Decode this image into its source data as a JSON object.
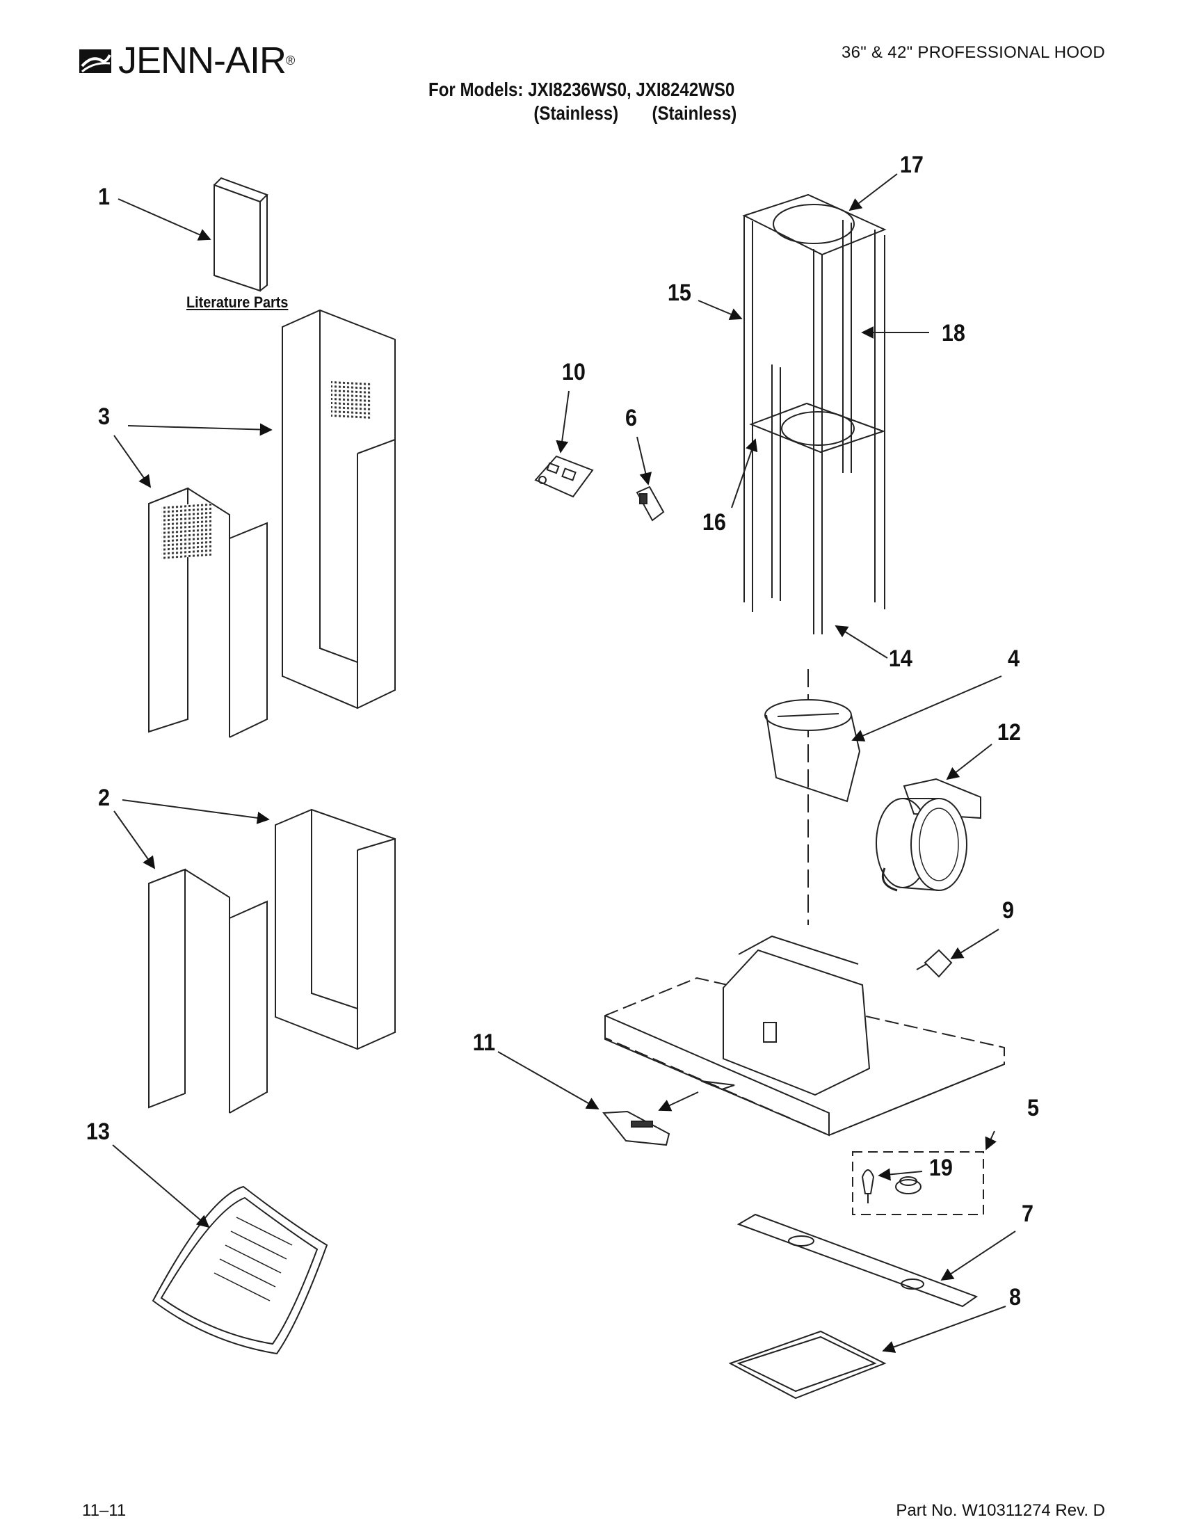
{
  "header": {
    "brand": "JENN-AIR",
    "product_title": "36\" & 42\" PROFESSIONAL HOOD",
    "models_line": "For Models: JXI8236WS0, JXI8242WS0",
    "finishes": [
      "(Stainless)",
      "(Stainless)"
    ]
  },
  "literature_label": "Literature Parts",
  "callouts": [
    "1",
    "2",
    "3",
    "4",
    "5",
    "6",
    "7",
    "8",
    "9",
    "10",
    "11",
    "12",
    "13",
    "14",
    "15",
    "16",
    "17",
    "18",
    "19"
  ],
  "footer": {
    "date": "11–11",
    "part_number": "Part No. W10311274 Rev. D"
  }
}
